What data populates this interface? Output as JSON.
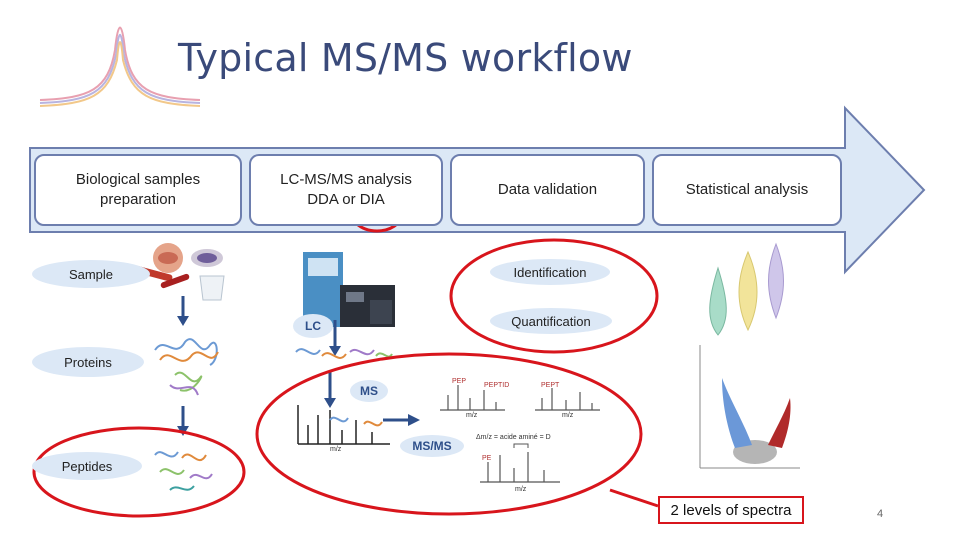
{
  "slide": {
    "title": "Typical MS/MS workflow",
    "page_number": "4"
  },
  "stages": [
    {
      "label_line1": "Biological samples",
      "label_line2": "preparation"
    },
    {
      "label_line1": "LC-MS/MS analysis",
      "label_line2": "DDA or DIA"
    },
    {
      "label_line1": "Data validation",
      "label_line2": ""
    },
    {
      "label_line1": "Statistical analysis",
      "label_line2": ""
    }
  ],
  "steps": {
    "sample": "Sample",
    "proteins": "Proteins",
    "peptides": "Peptides",
    "lc": "LC",
    "ms": "MS",
    "msms": "MS/MS",
    "identification": "Identification",
    "quantification": "Quantification"
  },
  "spectra_labels": {
    "mz": "m/z",
    "pep_a": "PEP",
    "pep_b": "PEPT",
    "pep_c": "PEPTID",
    "pe": "PE",
    "delta": "Δm/z = acide aminé = D"
  },
  "callout": {
    "text": "2 levels of spectra"
  },
  "colors": {
    "title": "#3a4a7a",
    "arrow_fill": "#dce8f6",
    "arrow_border": "#6d7eae",
    "highlight": "#d8151c",
    "pill": "#dce8f6"
  }
}
